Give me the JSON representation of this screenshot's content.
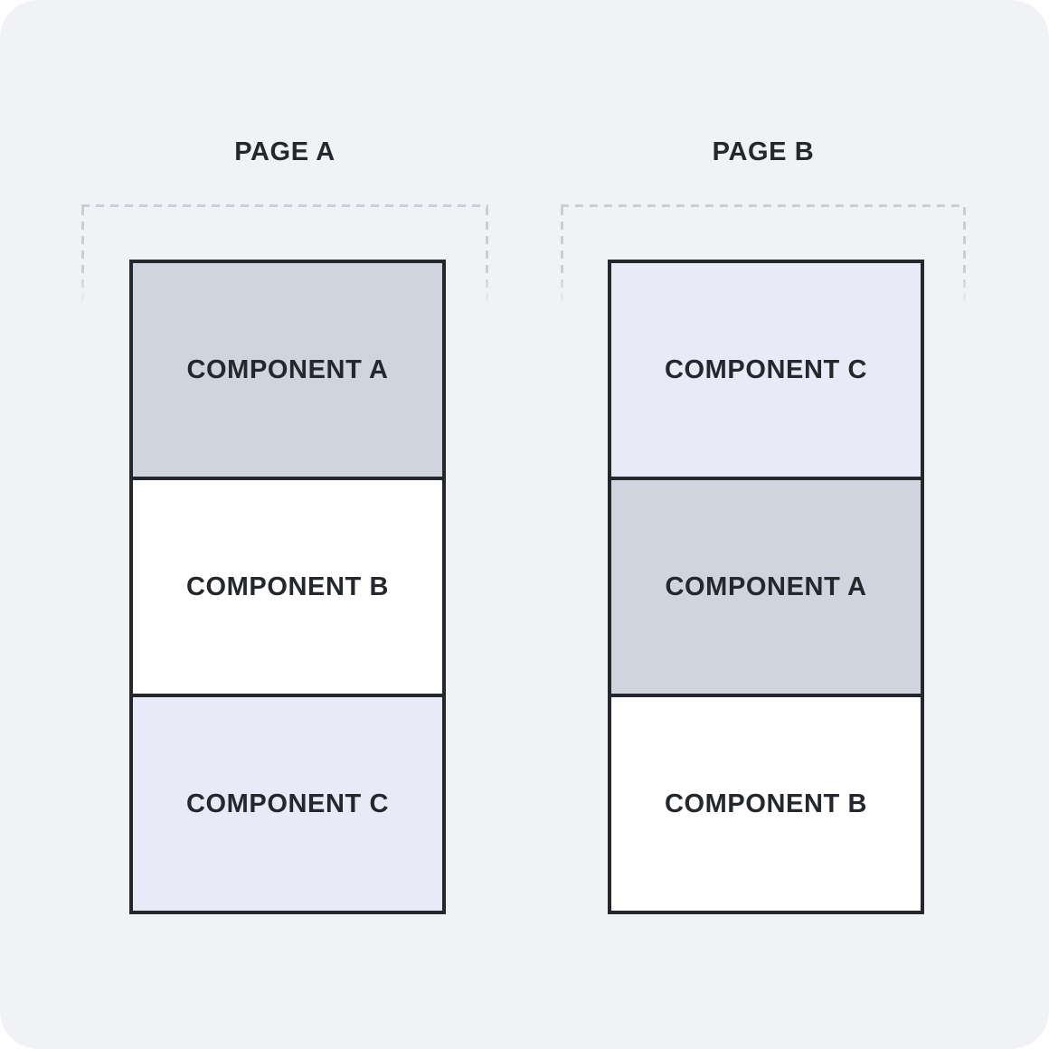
{
  "colors": {
    "canvas_background": "#f0f2f5",
    "component_border": "#24272c",
    "label_text": "#24272c",
    "dashed_outline": "#c9ced6",
    "fill_gray": "#cfd4de",
    "fill_white": "#ffffff",
    "fill_lavender": "#e8ebf7"
  },
  "pages": [
    {
      "title": "PAGE A",
      "components": [
        {
          "label": "COMPONENT A",
          "fill": "#cfd4de"
        },
        {
          "label": "COMPONENT B",
          "fill": "#ffffff"
        },
        {
          "label": "COMPONENT C",
          "fill": "#e8ebf7"
        }
      ]
    },
    {
      "title": "PAGE B",
      "components": [
        {
          "label": "COMPONENT C",
          "fill": "#e8ebf7"
        },
        {
          "label": "COMPONENT A",
          "fill": "#cfd4de"
        },
        {
          "label": "COMPONENT B",
          "fill": "#ffffff"
        }
      ]
    }
  ]
}
